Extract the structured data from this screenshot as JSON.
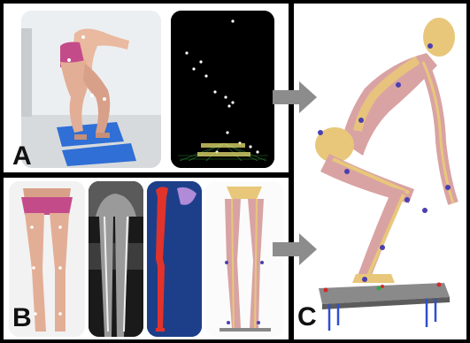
{
  "panels": {
    "a": {
      "label": "A"
    },
    "b": {
      "label": "B"
    },
    "c": {
      "label": "C"
    }
  },
  "colors": {
    "arrow": "#8c8c8c",
    "force_plate": "#2f6fd6",
    "marker": "#ffffff",
    "bone": "#e8c77a",
    "muscle": "#d9a3a3",
    "mri_bone": "#e2332a",
    "mri_background": "#1d3f8a"
  },
  "icons": [
    "right-arrow-icon",
    "right-arrow-icon"
  ]
}
